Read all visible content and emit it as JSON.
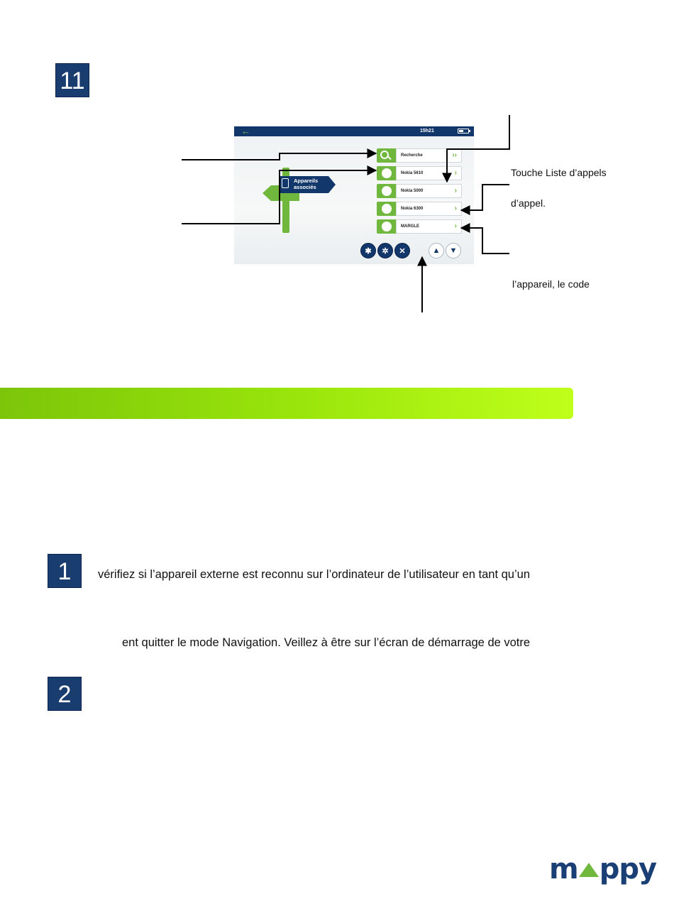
{
  "steps": {
    "step_11": "11",
    "step_1": "1",
    "step_2": "2"
  },
  "device_screen": {
    "time": "15h21",
    "sign_label": "Appareils associés",
    "rows": [
      {
        "label": "Recherche",
        "chevron": "››",
        "icon": "search-icon"
      },
      {
        "label": "Nokia 5610",
        "chevron": "›",
        "icon": "circle-icon"
      },
      {
        "label": "Nokia 5000",
        "chevron": "›",
        "icon": "circle-icon"
      },
      {
        "label": "Nokia 6300",
        "chevron": "›",
        "icon": "circle-icon"
      },
      {
        "label": "MARGLE",
        "chevron": "›",
        "icon": "circle-icon"
      }
    ],
    "bottom_buttons": [
      "bluetooth-icon",
      "bluetooth-off-icon",
      "close-icon",
      "arrow-up-icon",
      "arrow-down-icon"
    ]
  },
  "annotations": {
    "call_list_key": "Touche Liste d’appels",
    "call": "d’appel.",
    "device_code": "l’appareil, le code"
  },
  "body": {
    "line1": "vérifiez si l’appareil externe est reconnu sur l’ordinateur de l’utilisateur en tant qu’un",
    "line2": "ent quitter le mode Navigation. Veillez à être sur l’écran de démarrage de votre"
  },
  "logo": {
    "prefix": "m",
    "suffix": "ppy"
  },
  "colors": {
    "navy": "#1a3d70",
    "green": "#6fb83d",
    "band_start": "#7cc50a",
    "band_end": "#bfff1a"
  }
}
